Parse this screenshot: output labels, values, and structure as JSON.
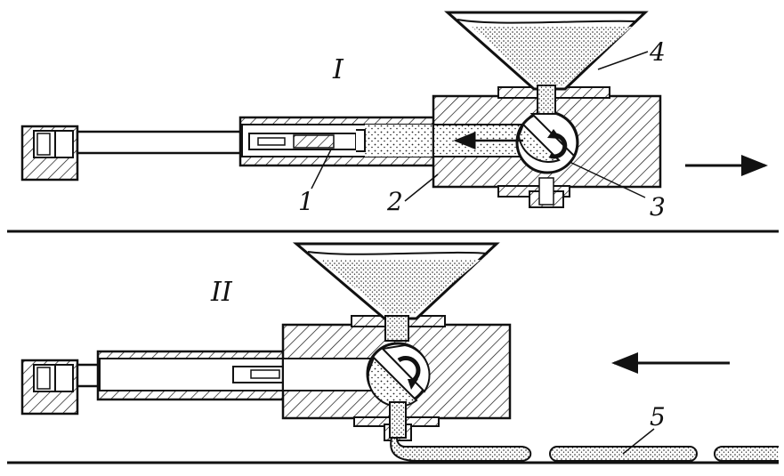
{
  "stages": [
    {
      "id": "I",
      "label": "I",
      "direction": "right"
    },
    {
      "id": "II",
      "label": "II",
      "direction": "left"
    }
  ],
  "labels": {
    "l1": "1",
    "l2": "2",
    "l3": "3",
    "l4": "4",
    "l5": "5"
  },
  "colors": {
    "ink": "#111111",
    "background": "#ffffff"
  }
}
